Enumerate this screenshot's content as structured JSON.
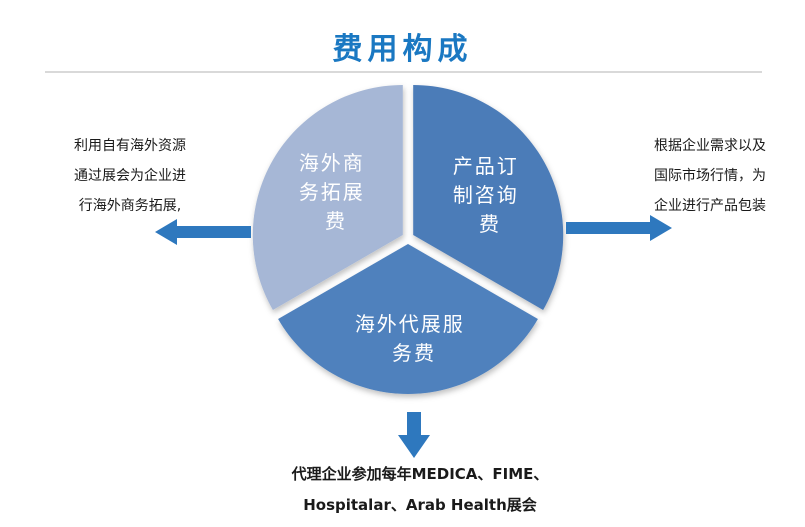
{
  "title": "费用构成",
  "colors": {
    "title": "#1a78c2",
    "divider": "#d9d9d9",
    "arrow": "#2e78be",
    "label_text": "#ffffff",
    "body_text": "#1a1a1a"
  },
  "chart_data": {
    "type": "pie",
    "title": "费用构成",
    "legend_position": "none",
    "slices": [
      {
        "label": "海外商务拓展费",
        "lines": [
          "海外商",
          "务拓展",
          "费"
        ],
        "color": "#a6b7d6",
        "position": "top-left"
      },
      {
        "label": "产品订制咨询费",
        "lines": [
          "产品订",
          "制咨询",
          "费"
        ],
        "color": "#4c7bb8",
        "position": "top-right"
      },
      {
        "label": "海外代展服务费",
        "lines": [
          "海外代展服",
          "务费"
        ],
        "color": "#4f81bd",
        "position": "bottom"
      }
    ]
  },
  "annotations": {
    "left": {
      "lines": [
        "利用自有海外资源",
        "通过展会为企业进",
        "行海外商务拓展,"
      ]
    },
    "right": {
      "lines": [
        "根据企业需求以及",
        "国际市场行情，为",
        "企业进行产品包装"
      ]
    },
    "bottom": {
      "lines": [
        "代理企业参加每年MEDICA、FIME、",
        "Hospitalar、Arab Health展会"
      ]
    }
  }
}
